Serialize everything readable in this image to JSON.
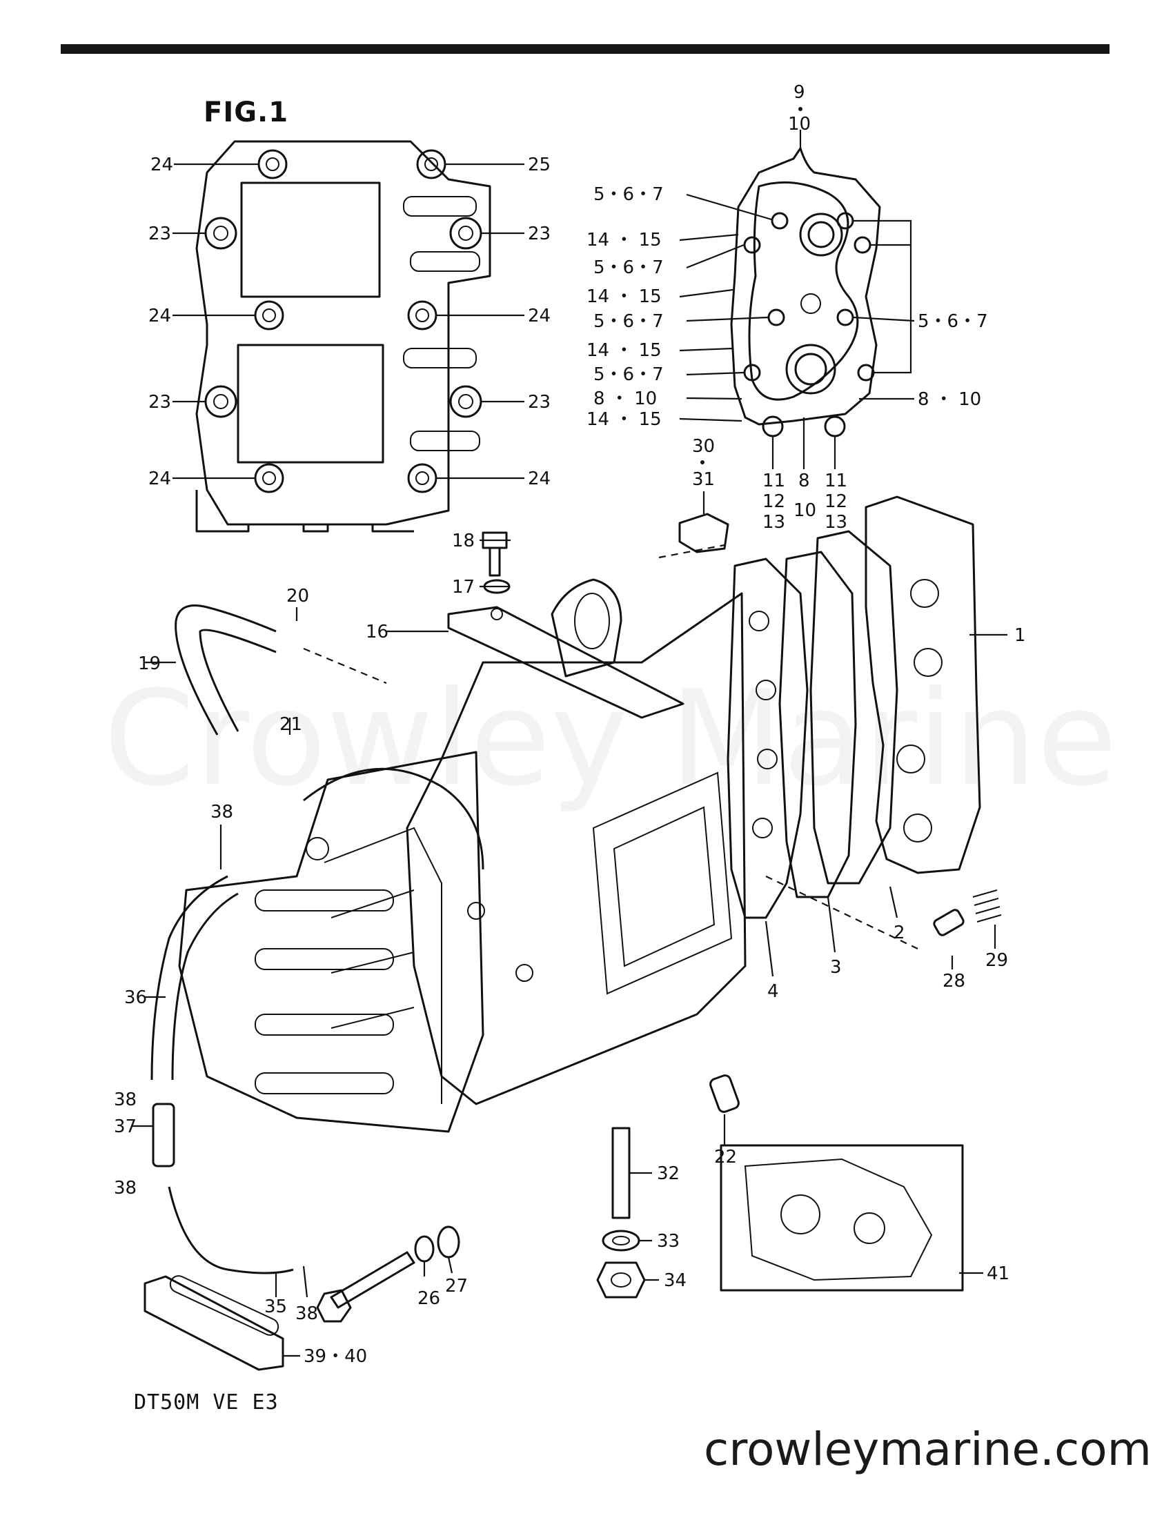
{
  "figure": {
    "title": "FIG.1",
    "model_code": "DT50M VE E3"
  },
  "watermark": "Crowley Marine",
  "footer": {
    "site": "crowleymarine.com"
  },
  "callouts": [
    {
      "id": "c24a",
      "text": "24"
    },
    {
      "id": "c25",
      "text": "25"
    },
    {
      "id": "c23a",
      "text": "23"
    },
    {
      "id": "c23b",
      "text": "23"
    },
    {
      "id": "c24b",
      "text": "24"
    },
    {
      "id": "c24c",
      "text": "24"
    },
    {
      "id": "c23c",
      "text": "23"
    },
    {
      "id": "c23d",
      "text": "23"
    },
    {
      "id": "c24d",
      "text": "24"
    },
    {
      "id": "c24e",
      "text": "24"
    },
    {
      "id": "c9",
      "text": "9"
    },
    {
      "id": "c10top",
      "text": "10"
    },
    {
      "id": "c567a",
      "text": "5・6・7"
    },
    {
      "id": "c1415a",
      "text": "14 ・ 15"
    },
    {
      "id": "c567b",
      "text": "5・6・7"
    },
    {
      "id": "c1415b",
      "text": "14 ・ 15"
    },
    {
      "id": "c567c",
      "text": "5・6・7"
    },
    {
      "id": "c1415c",
      "text": "14 ・ 15"
    },
    {
      "id": "c567d",
      "text": "5・6・7"
    },
    {
      "id": "c810a",
      "text": "8 ・ 10"
    },
    {
      "id": "c1415d",
      "text": "14 ・ 15"
    },
    {
      "id": "c567e",
      "text": "5・6・7"
    },
    {
      "id": "c810b",
      "text": "8 ・ 10"
    },
    {
      "id": "c11a",
      "text": "11"
    },
    {
      "id": "c12a",
      "text": "12"
    },
    {
      "id": "c13a",
      "text": "13"
    },
    {
      "id": "c8b",
      "text": "8"
    },
    {
      "id": "c10b",
      "text": "10"
    },
    {
      "id": "c11b",
      "text": "11"
    },
    {
      "id": "c12b",
      "text": "12"
    },
    {
      "id": "c13b",
      "text": "13"
    },
    {
      "id": "c30",
      "text": "30"
    },
    {
      "id": "c31",
      "text": "31"
    },
    {
      "id": "c18",
      "text": "18"
    },
    {
      "id": "c17",
      "text": "17"
    },
    {
      "id": "c20",
      "text": "20"
    },
    {
      "id": "c16",
      "text": "16"
    },
    {
      "id": "c19",
      "text": "19"
    },
    {
      "id": "c1",
      "text": "1"
    },
    {
      "id": "c21",
      "text": "21"
    },
    {
      "id": "c38a",
      "text": "38"
    },
    {
      "id": "c2",
      "text": "2"
    },
    {
      "id": "c29",
      "text": "29"
    },
    {
      "id": "c28",
      "text": "28"
    },
    {
      "id": "c3",
      "text": "3"
    },
    {
      "id": "c4",
      "text": "4"
    },
    {
      "id": "c36",
      "text": "36"
    },
    {
      "id": "c38b",
      "text": "38"
    },
    {
      "id": "c37",
      "text": "37"
    },
    {
      "id": "c22",
      "text": "22"
    },
    {
      "id": "c32",
      "text": "32"
    },
    {
      "id": "c38c",
      "text": "38"
    },
    {
      "id": "c33",
      "text": "33"
    },
    {
      "id": "c41",
      "text": "41"
    },
    {
      "id": "c34",
      "text": "34"
    },
    {
      "id": "c27",
      "text": "27"
    },
    {
      "id": "c26",
      "text": "26"
    },
    {
      "id": "c35",
      "text": "35"
    },
    {
      "id": "c38d",
      "text": "38"
    },
    {
      "id": "c3940",
      "text": "39・40"
    }
  ]
}
